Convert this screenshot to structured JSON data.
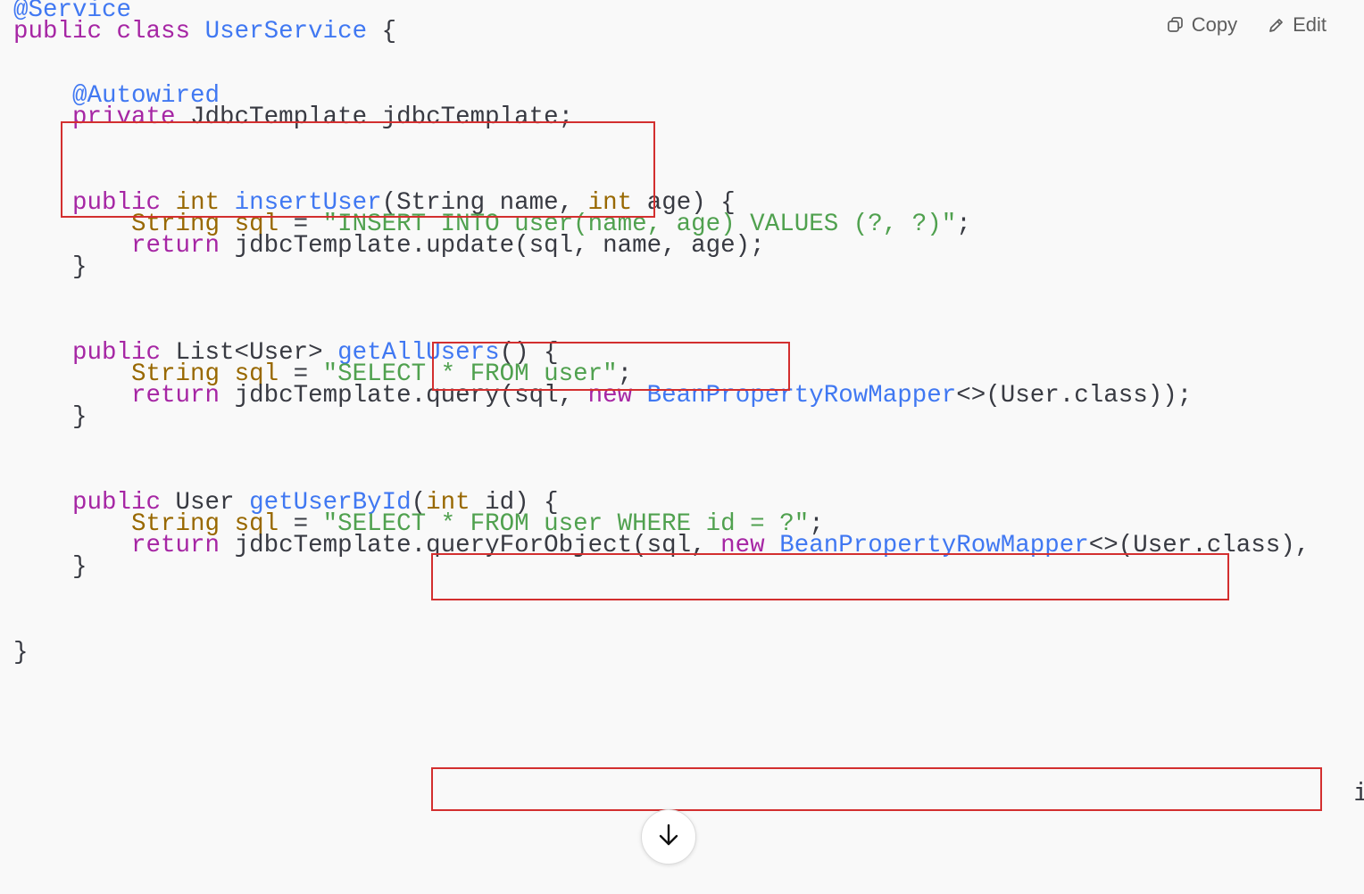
{
  "toolbar": {
    "copy_label": "Copy",
    "edit_label": "Edit",
    "copy_icon": "copy-icon",
    "edit_icon": "pencil-icon"
  },
  "code": {
    "language": "java",
    "lines": [
      [
        {
          "t": "@Service",
          "c": "ann"
        }
      ],
      [
        {
          "t": "public",
          "c": "kw"
        },
        {
          "t": " "
        },
        {
          "t": "class",
          "c": "kw"
        },
        {
          "t": " "
        },
        {
          "t": "UserService",
          "c": "fn"
        },
        {
          "t": " {"
        }
      ],
      [],
      [],
      [
        {
          "t": "    "
        },
        {
          "t": "@Autowired",
          "c": "ann"
        }
      ],
      [
        {
          "t": "    "
        },
        {
          "t": "private",
          "c": "kw"
        },
        {
          "t": " JdbcTemplate jdbcTemplate;"
        }
      ],
      [],
      [],
      [],
      [
        {
          "t": "    "
        },
        {
          "t": "public",
          "c": "kw"
        },
        {
          "t": " "
        },
        {
          "t": "int",
          "c": "ty"
        },
        {
          "t": " "
        },
        {
          "t": "insertUser",
          "c": "fn"
        },
        {
          "t": "(String name, "
        },
        {
          "t": "int",
          "c": "ty"
        },
        {
          "t": " age) {"
        }
      ],
      [
        {
          "t": "        "
        },
        {
          "t": "String",
          "c": "ty"
        },
        {
          "t": " "
        },
        {
          "t": "sql",
          "c": "ty"
        },
        {
          "t": " = "
        },
        {
          "t": "\"INSERT INTO user(name, age) VALUES (?, ?)\"",
          "c": "str"
        },
        {
          "t": ";"
        }
      ],
      [
        {
          "t": "        "
        },
        {
          "t": "return",
          "c": "kw"
        },
        {
          "t": " jdbcTemplate.update(sql, name, age);"
        }
      ],
      [
        {
          "t": "    }"
        }
      ],
      [],
      [],
      [],
      [
        {
          "t": "    "
        },
        {
          "t": "public",
          "c": "kw"
        },
        {
          "t": " List<User> "
        },
        {
          "t": "getAllUsers",
          "c": "fn"
        },
        {
          "t": "() {"
        }
      ],
      [
        {
          "t": "        "
        },
        {
          "t": "String",
          "c": "ty"
        },
        {
          "t": " "
        },
        {
          "t": "sql",
          "c": "ty"
        },
        {
          "t": " = "
        },
        {
          "t": "\"SELECT * FROM user\"",
          "c": "str"
        },
        {
          "t": ";"
        }
      ],
      [
        {
          "t": "        "
        },
        {
          "t": "return",
          "c": "kw"
        },
        {
          "t": " jdbcTemplate.query(sql, "
        },
        {
          "t": "new",
          "c": "kw"
        },
        {
          "t": " "
        },
        {
          "t": "BeanPropertyRowMapper",
          "c": "fn"
        },
        {
          "t": "<>(User.class));"
        }
      ],
      [
        {
          "t": "    }"
        }
      ],
      [],
      [],
      [],
      [
        {
          "t": "    "
        },
        {
          "t": "public",
          "c": "kw"
        },
        {
          "t": " User "
        },
        {
          "t": "getUserById",
          "c": "fn"
        },
        {
          "t": "("
        },
        {
          "t": "int",
          "c": "ty"
        },
        {
          "t": " id) {"
        }
      ],
      [
        {
          "t": "        "
        },
        {
          "t": "String",
          "c": "ty"
        },
        {
          "t": " "
        },
        {
          "t": "sql",
          "c": "ty"
        },
        {
          "t": " = "
        },
        {
          "t": "\"SELECT * FROM user WHERE id = ?\"",
          "c": "str"
        },
        {
          "t": ";"
        }
      ],
      [
        {
          "t": "        "
        },
        {
          "t": "return",
          "c": "kw"
        },
        {
          "t": " jdbcTemplate.queryForObject(sql, "
        },
        {
          "t": "new",
          "c": "kw"
        },
        {
          "t": " "
        },
        {
          "t": "BeanPropertyRowMapper",
          "c": "fn"
        },
        {
          "t": "<>(User.class),"
        }
      ],
      [
        {
          "t": "    }"
        }
      ],
      [],
      [],
      [],
      [
        {
          "t": "}"
        }
      ]
    ],
    "overflow_char": "i"
  },
  "highlight_color": "#d32f2f",
  "scroll_button_icon": "arrow-down-icon"
}
